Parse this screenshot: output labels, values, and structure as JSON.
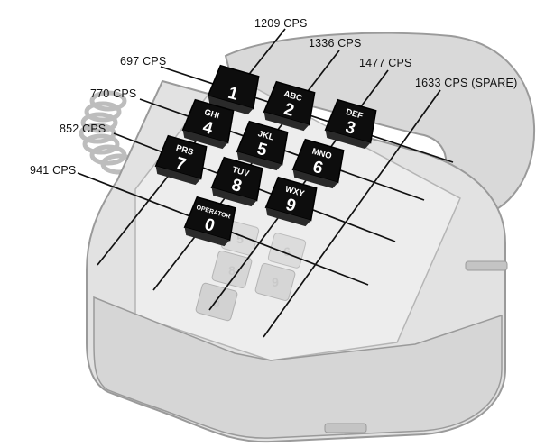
{
  "labels": {
    "row_697": "697 CPS",
    "row_770": "770 CPS",
    "row_852": "852 CPS",
    "row_941": "941 CPS",
    "col_1209": "1209 CPS",
    "col_1336": "1336 CPS",
    "col_1477": "1477 CPS",
    "col_1633": "1633 CPS (SPARE)"
  },
  "keys": [
    {
      "digit": "1",
      "letters": ""
    },
    {
      "digit": "2",
      "letters": "ABC"
    },
    {
      "digit": "3",
      "letters": "DEF"
    },
    {
      "digit": "4",
      "letters": "GHI"
    },
    {
      "digit": "5",
      "letters": "JKL"
    },
    {
      "digit": "6",
      "letters": "MNO"
    },
    {
      "digit": "7",
      "letters": "PRS"
    },
    {
      "digit": "8",
      "letters": "TUV"
    },
    {
      "digit": "9",
      "letters": "WXY"
    },
    {
      "digit": "0",
      "letters": "OPERATOR"
    }
  ],
  "ghost_keys": [
    "5",
    "6",
    "8",
    "9",
    "0"
  ],
  "colors": {
    "key": "#0d0d0d",
    "phone_body": "#e2e2e2",
    "phone_outline": "#9a9a9a",
    "lines": "#111111"
  }
}
